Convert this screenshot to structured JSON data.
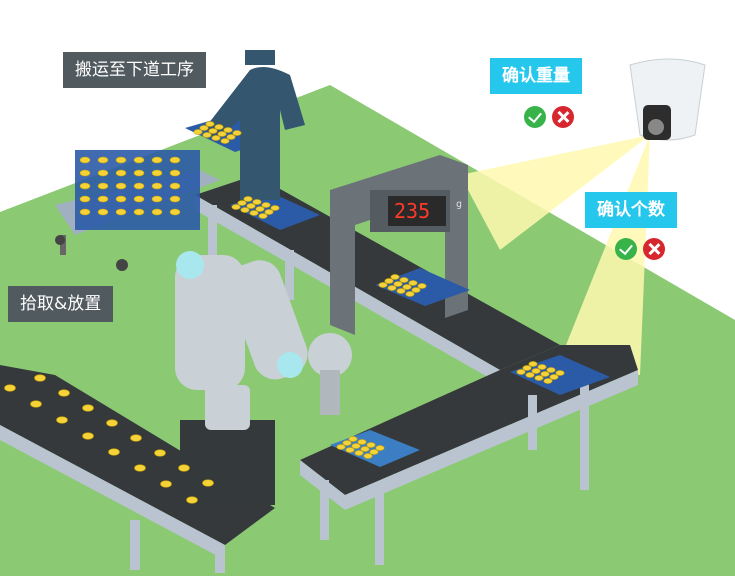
{
  "callouts": {
    "carry": "搬运至下道工序",
    "pick_place": "拾取&放置",
    "confirm_weight": "确认重量",
    "confirm_count": "确认个数"
  },
  "scale": {
    "reading": "235",
    "unit": "g"
  },
  "status_icons": [
    "check-ok",
    "cross-ng"
  ],
  "colors": {
    "floor": "#8bc973",
    "conveyor_belt": "#35393c",
    "conveyor_frame": "#b9c4d0",
    "tray": "#2b5ba7",
    "product": "#f5d23a",
    "callout_dark": "#505a5f",
    "callout_cyan": "#25c8ec",
    "camera_beam": "#fff9b0"
  }
}
